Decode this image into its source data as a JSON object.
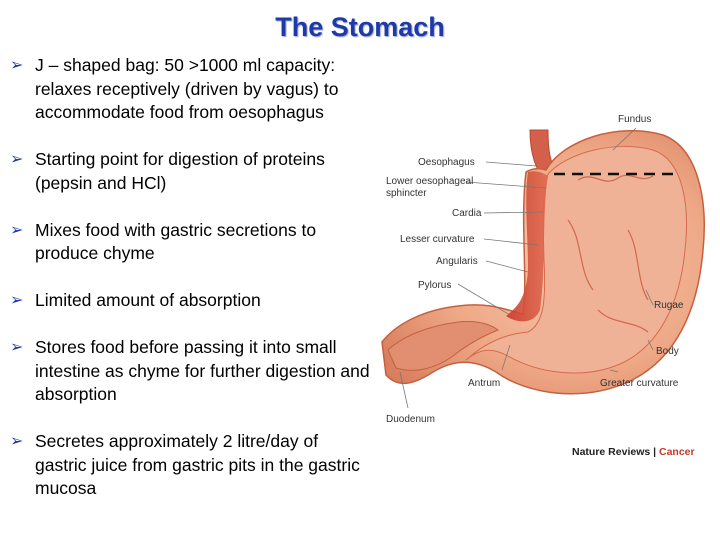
{
  "title": "The Stomach",
  "bullets": [
    "J – shaped bag: 50 >1000 ml capacity: relaxes receptively (driven by vagus) to accommodate food from oesophagus",
    "Starting point for digestion of proteins (pepsin and HCl)",
    "Mixes food with gastric secretions to produce chyme",
    "Limited amount of absorption",
    "Stores food before passing it into small intestine as chyme for further digestion and absorption",
    "Secretes approximately 2 litre/day of gastric juice from gastric pits in the gastric mucosa"
  ],
  "diagram": {
    "labels": {
      "fundus": "Fundus",
      "oesophagus": "Oesophagus",
      "les_line1": "Lower oesophageal",
      "les_line2": "sphincter",
      "cardia": "Cardia",
      "lesser_curvature": "Lesser curvature",
      "angularis": "Angularis",
      "pylorus": "Pylorus",
      "rugae": "Rugae",
      "body": "Body",
      "greater_curvature": "Greater curvature",
      "antrum": "Antrum",
      "duodenum": "Duodenum"
    }
  },
  "credit": {
    "source": "Nature Reviews",
    "separator": " | ",
    "journal": "Cancer"
  },
  "colors": {
    "title": "#1f3aa8",
    "stomach_outer": "#e8a085",
    "stomach_inner": "#d9573f",
    "credit_accent": "#c0392b"
  }
}
